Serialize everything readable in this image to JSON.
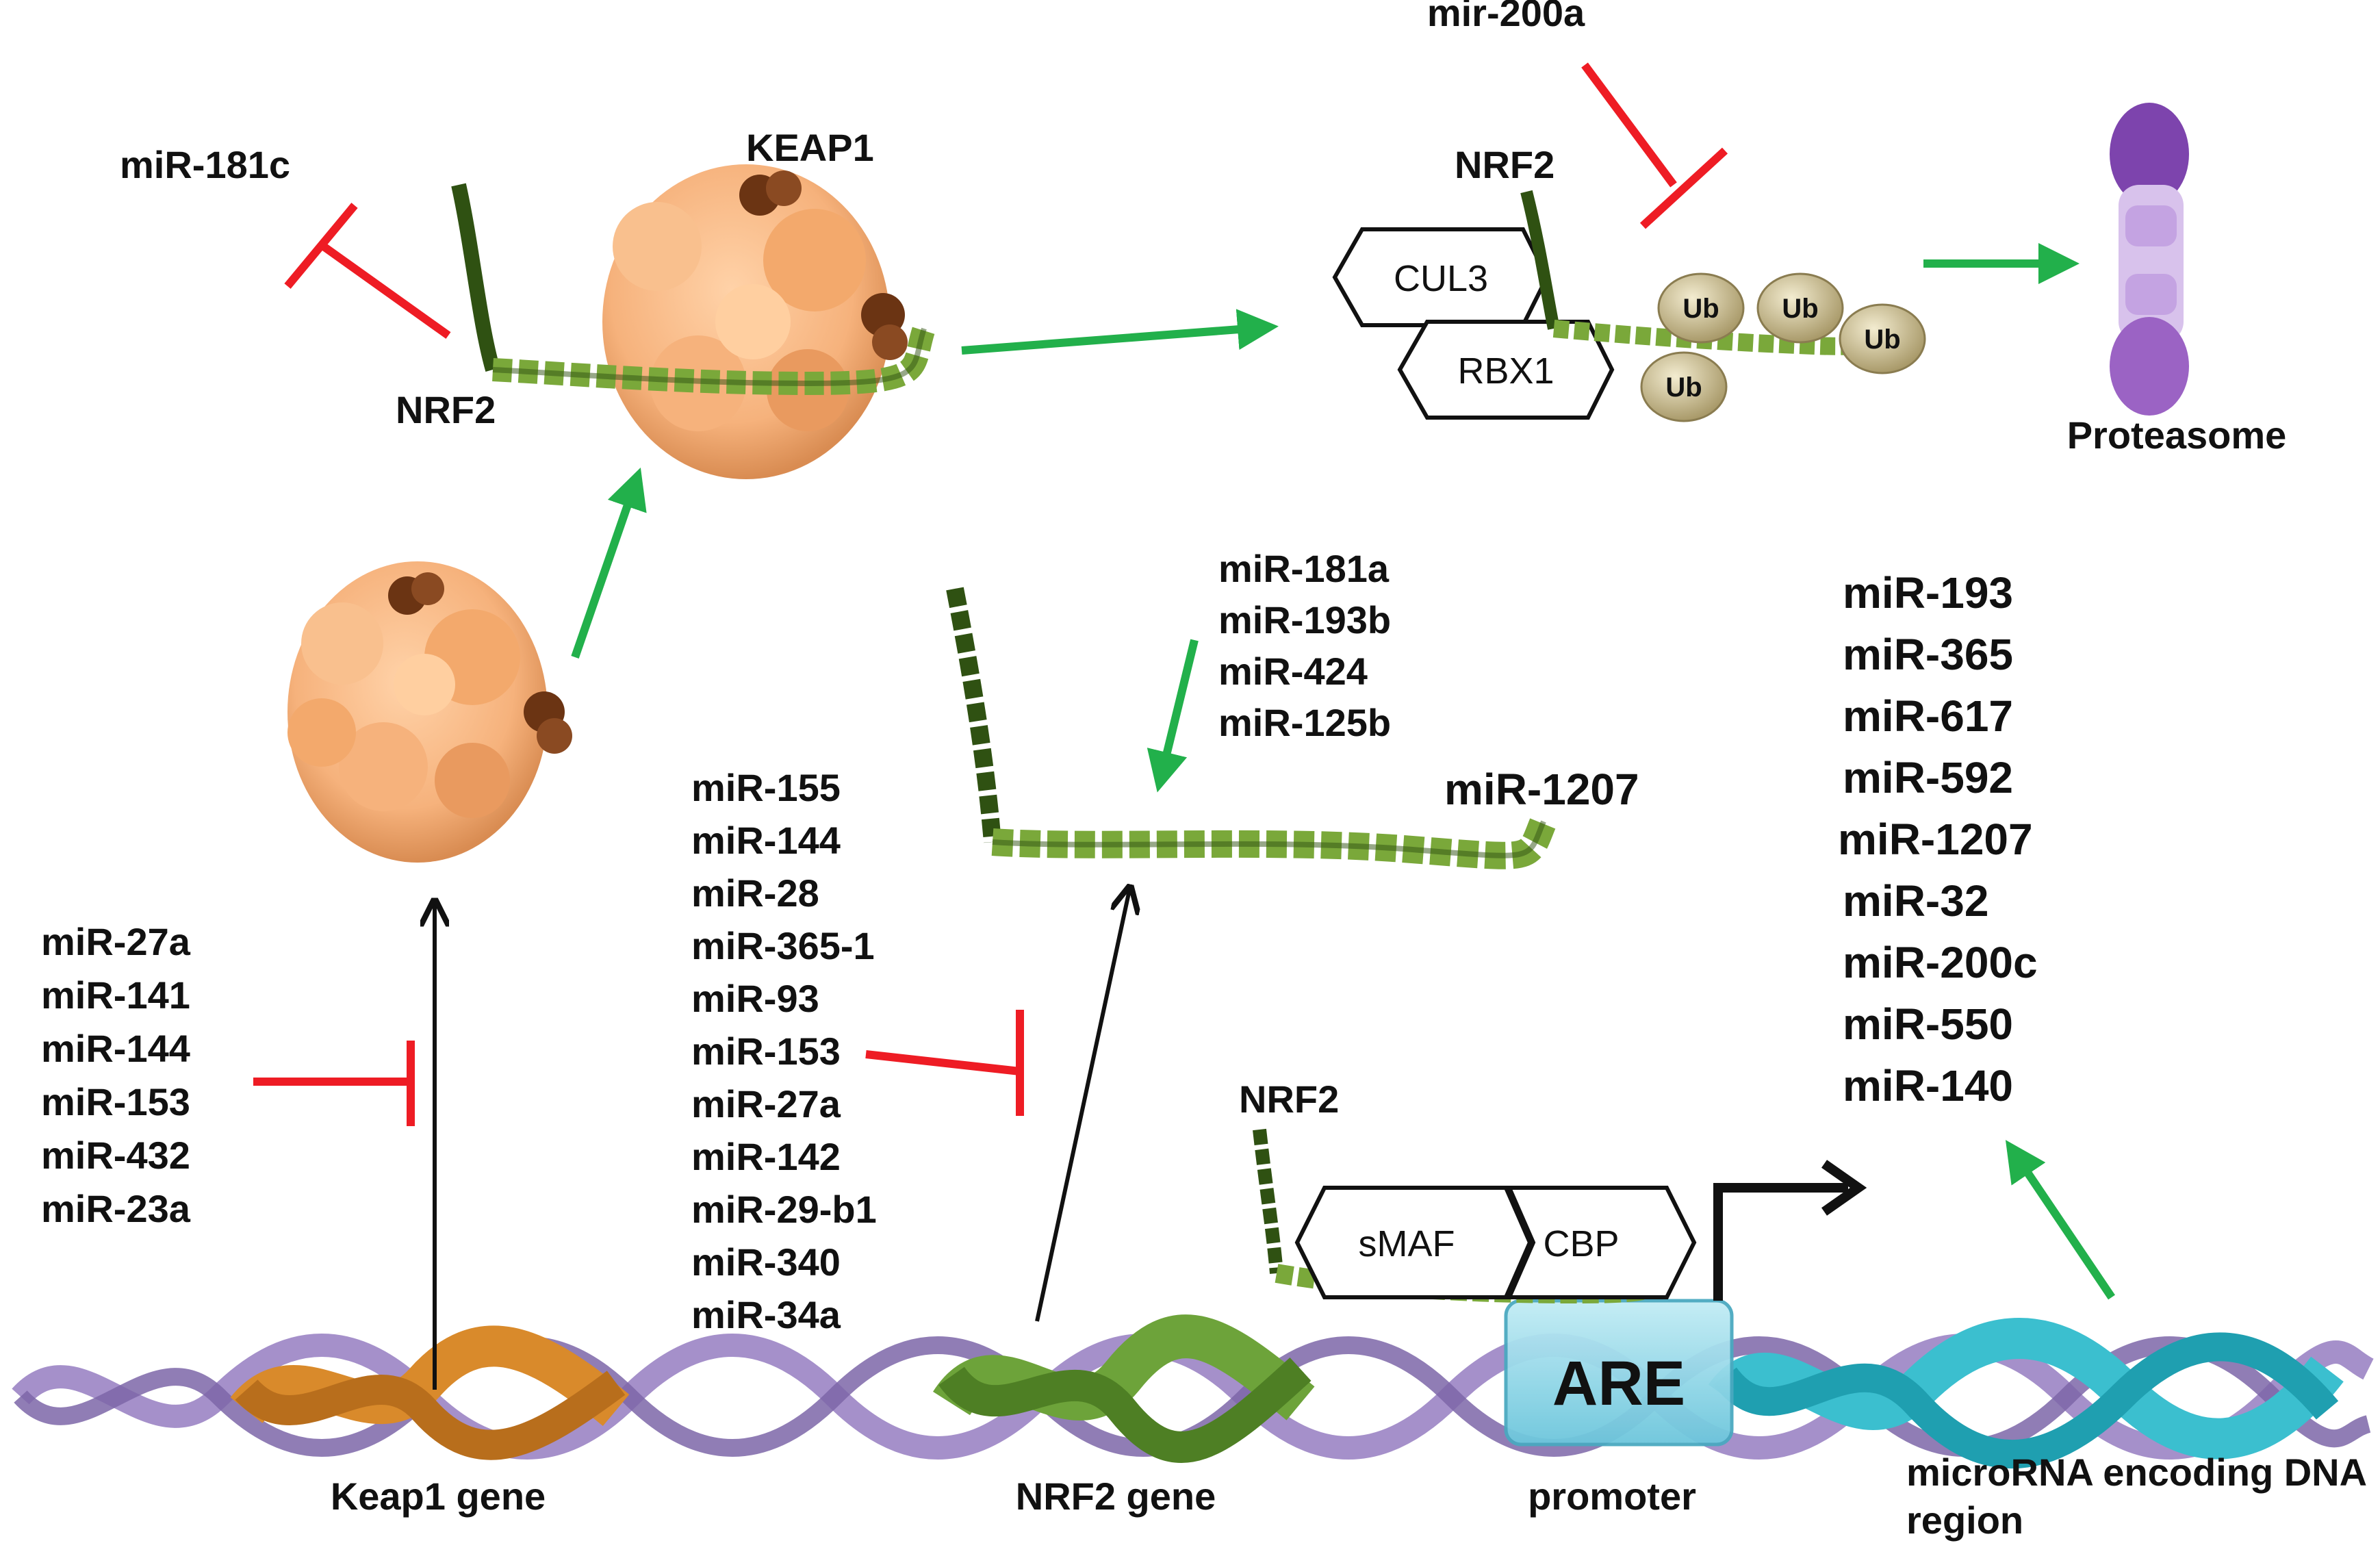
{
  "labels": {
    "mir_200a": "mir-200a",
    "mir_181c": "miR-181c",
    "keap1": "KEAP1",
    "nrf2_top_left": "NRF2",
    "nrf2_top_right": "NRF2",
    "cul3": "CUL3",
    "rbx1": "RBX1",
    "ub": "Ub",
    "proteasome": "Proteasome",
    "mir_1207_mid": "miR-1207",
    "nrf2_promoter": "NRF2",
    "smaf": "sMAF",
    "cbp": "CBP",
    "are": "ARE",
    "keap1_gene": "Keap1 gene",
    "nrf2_gene": "NRF2 gene",
    "promoter": "promoter",
    "microrna_region_line1": "microRNA encoding DNA",
    "microrna_region_line2": "region"
  },
  "lists": {
    "keap1_inhibitors": [
      "miR-27a",
      "miR-141",
      "miR-144",
      "miR-153",
      "miR-432",
      "miR-23a"
    ],
    "nrf2_inhibitors": [
      "miR-155",
      "miR-144",
      "miR-28",
      "miR-365-1",
      "miR-93",
      "miR-153",
      "miR-27a",
      "miR-142",
      "miR-29-b1",
      "miR-340",
      "miR-34a"
    ],
    "nrf2_activators": [
      "miR-181a",
      "miR-193b",
      "miR-424",
      "miR-125b"
    ],
    "are_targets": [
      "miR-193",
      "miR-365",
      "miR-617",
      "miR-592",
      "miR-1207",
      "miR-32",
      "miR-200c",
      "miR-550",
      "miR-140"
    ]
  },
  "colors": {
    "activation_arrow": "#22b04b",
    "inhibition": "#ee1c24",
    "protein": "#f6b27c",
    "protein_shade": "#c9773f",
    "protein_dark": "#6b3413",
    "helix": "#7aa83a",
    "helix_dark": "#2f5112",
    "dna_purple": "#9b84c4",
    "dna_orange": "#d98a2b",
    "dna_green": "#6da33a",
    "dna_cyan": "#3bbfcf",
    "ubiquitin": "#cdbf8e",
    "proteasome": "#9b63c4",
    "are_box": "#8fd6e6"
  }
}
